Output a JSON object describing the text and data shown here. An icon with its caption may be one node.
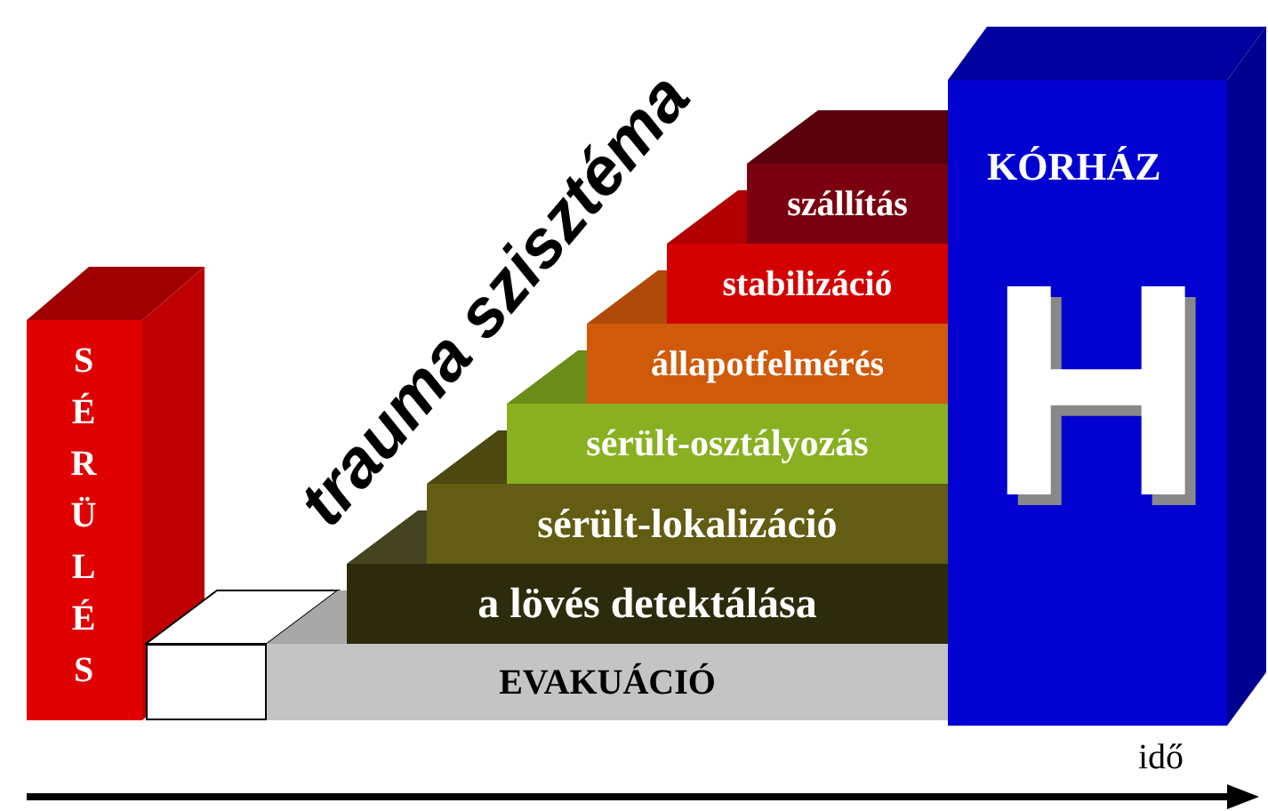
{
  "diagram": {
    "nodes": [
      {
        "text": [
          "SÉRÜLÉS"
        ]
      },
      {
        "text": [],
        "shape": "box"
      },
      {
        "text": [
          "EVAKUÁCIÓ"
        ]
      },
      {
        "text": [
          "a lövés detektálása"
        ]
      },
      {
        "text": [
          "sérült-lokalizáció"
        ]
      },
      {
        "text": [
          "sérült-osztályozás"
        ]
      },
      {
        "text": [
          "állapotfelmérés"
        ]
      },
      {
        "text": [
          "stabilizáció"
        ]
      },
      {
        "text": [
          "szállítás"
        ]
      },
      {
        "text": [
          "KÓRHÁZ",
          "H"
        ]
      }
    ],
    "labels": [
      "trauma szisztéma",
      "idő"
    ]
  }
}
